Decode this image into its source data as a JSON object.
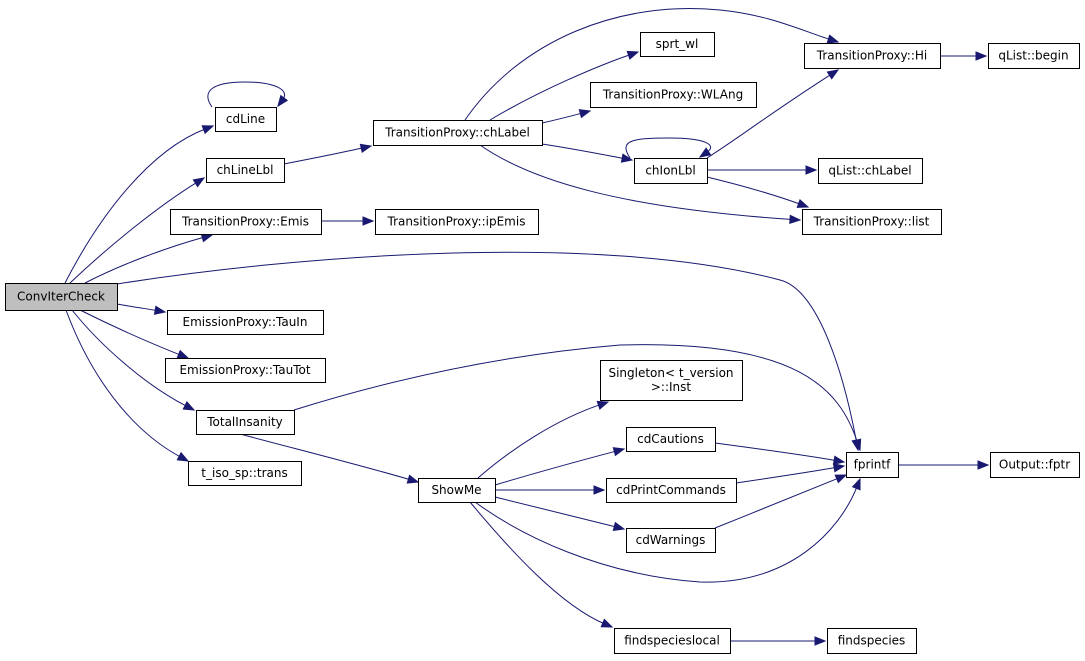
{
  "diagram": {
    "type": "call-graph",
    "nodes": [
      {
        "id": "ConvIterCheck",
        "label": [
          "ConvIterCheck"
        ],
        "root": true
      },
      {
        "id": "cdLine",
        "label": [
          "cdLine"
        ]
      },
      {
        "id": "chLineLbl",
        "label": [
          "chLineLbl"
        ]
      },
      {
        "id": "TP_Emis",
        "label": [
          "TransitionProxy::Emis"
        ]
      },
      {
        "id": "EP_TauIn",
        "label": [
          "EmissionProxy::TauIn"
        ]
      },
      {
        "id": "EP_TauTot",
        "label": [
          "EmissionProxy::TauTot"
        ]
      },
      {
        "id": "TotalInsanity",
        "label": [
          "TotalInsanity"
        ]
      },
      {
        "id": "t_iso_sp_trans",
        "label": [
          "t_iso_sp::trans"
        ]
      },
      {
        "id": "TP_chLabel",
        "label": [
          "TransitionProxy::chLabel"
        ]
      },
      {
        "id": "TP_ipEmis",
        "label": [
          "TransitionProxy::ipEmis"
        ]
      },
      {
        "id": "sprt_wl",
        "label": [
          "sprt_wl"
        ]
      },
      {
        "id": "TP_WLAng",
        "label": [
          "TransitionProxy::WLAng"
        ]
      },
      {
        "id": "chIonLbl",
        "label": [
          "chIonLbl"
        ]
      },
      {
        "id": "TP_Hi",
        "label": [
          "TransitionProxy::Hi"
        ]
      },
      {
        "id": "qList_begin",
        "label": [
          "qList::begin"
        ]
      },
      {
        "id": "qList_chLabel",
        "label": [
          "qList::chLabel"
        ]
      },
      {
        "id": "TP_list",
        "label": [
          "TransitionProxy::list"
        ]
      },
      {
        "id": "ShowMe",
        "label": [
          "ShowMe"
        ]
      },
      {
        "id": "Singleton_Inst",
        "label": [
          "Singleton< t_version",
          ">::Inst"
        ]
      },
      {
        "id": "cdCautions",
        "label": [
          "cdCautions"
        ]
      },
      {
        "id": "cdPrintCommands",
        "label": [
          "cdPrintCommands"
        ]
      },
      {
        "id": "cdWarnings",
        "label": [
          "cdWarnings"
        ]
      },
      {
        "id": "findspecieslocal",
        "label": [
          "findspecieslocal"
        ]
      },
      {
        "id": "findspecies",
        "label": [
          "findspecies"
        ]
      },
      {
        "id": "fprintf",
        "label": [
          "fprintf"
        ]
      },
      {
        "id": "Output_fptr",
        "label": [
          "Output::fptr"
        ]
      }
    ],
    "edges": [
      [
        "ConvIterCheck",
        "cdLine"
      ],
      [
        "ConvIterCheck",
        "chLineLbl"
      ],
      [
        "ConvIterCheck",
        "TP_Emis"
      ],
      [
        "ConvIterCheck",
        "fprintf"
      ],
      [
        "ConvIterCheck",
        "EP_TauIn"
      ],
      [
        "ConvIterCheck",
        "EP_TauTot"
      ],
      [
        "ConvIterCheck",
        "TotalInsanity"
      ],
      [
        "ConvIterCheck",
        "t_iso_sp_trans"
      ],
      [
        "cdLine",
        "cdLine"
      ],
      [
        "chLineLbl",
        "TP_chLabel"
      ],
      [
        "TP_Emis",
        "TP_ipEmis"
      ],
      [
        "TP_chLabel",
        "TP_Hi"
      ],
      [
        "TP_chLabel",
        "sprt_wl"
      ],
      [
        "TP_chLabel",
        "TP_WLAng"
      ],
      [
        "TP_chLabel",
        "chIonLbl"
      ],
      [
        "TP_chLabel",
        "TP_list"
      ],
      [
        "TP_Hi",
        "qList_begin"
      ],
      [
        "chIonLbl",
        "chIonLbl"
      ],
      [
        "chIonLbl",
        "TP_Hi"
      ],
      [
        "chIonLbl",
        "qList_chLabel"
      ],
      [
        "chIonLbl",
        "TP_list"
      ],
      [
        "TotalInsanity",
        "fprintf"
      ],
      [
        "TotalInsanity",
        "ShowMe"
      ],
      [
        "ShowMe",
        "Singleton_Inst"
      ],
      [
        "ShowMe",
        "cdCautions"
      ],
      [
        "ShowMe",
        "cdPrintCommands"
      ],
      [
        "ShowMe",
        "cdWarnings"
      ],
      [
        "ShowMe",
        "fprintf"
      ],
      [
        "ShowMe",
        "findspecieslocal"
      ],
      [
        "cdCautions",
        "fprintf"
      ],
      [
        "cdPrintCommands",
        "fprintf"
      ],
      [
        "cdWarnings",
        "fprintf"
      ],
      [
        "findspecieslocal",
        "findspecies"
      ],
      [
        "fprintf",
        "Output_fptr"
      ]
    ],
    "colors": {
      "edge": "#191970",
      "root_fill": "#bfbfbf",
      "node_fill": "#ffffff",
      "node_stroke": "#000000"
    }
  }
}
